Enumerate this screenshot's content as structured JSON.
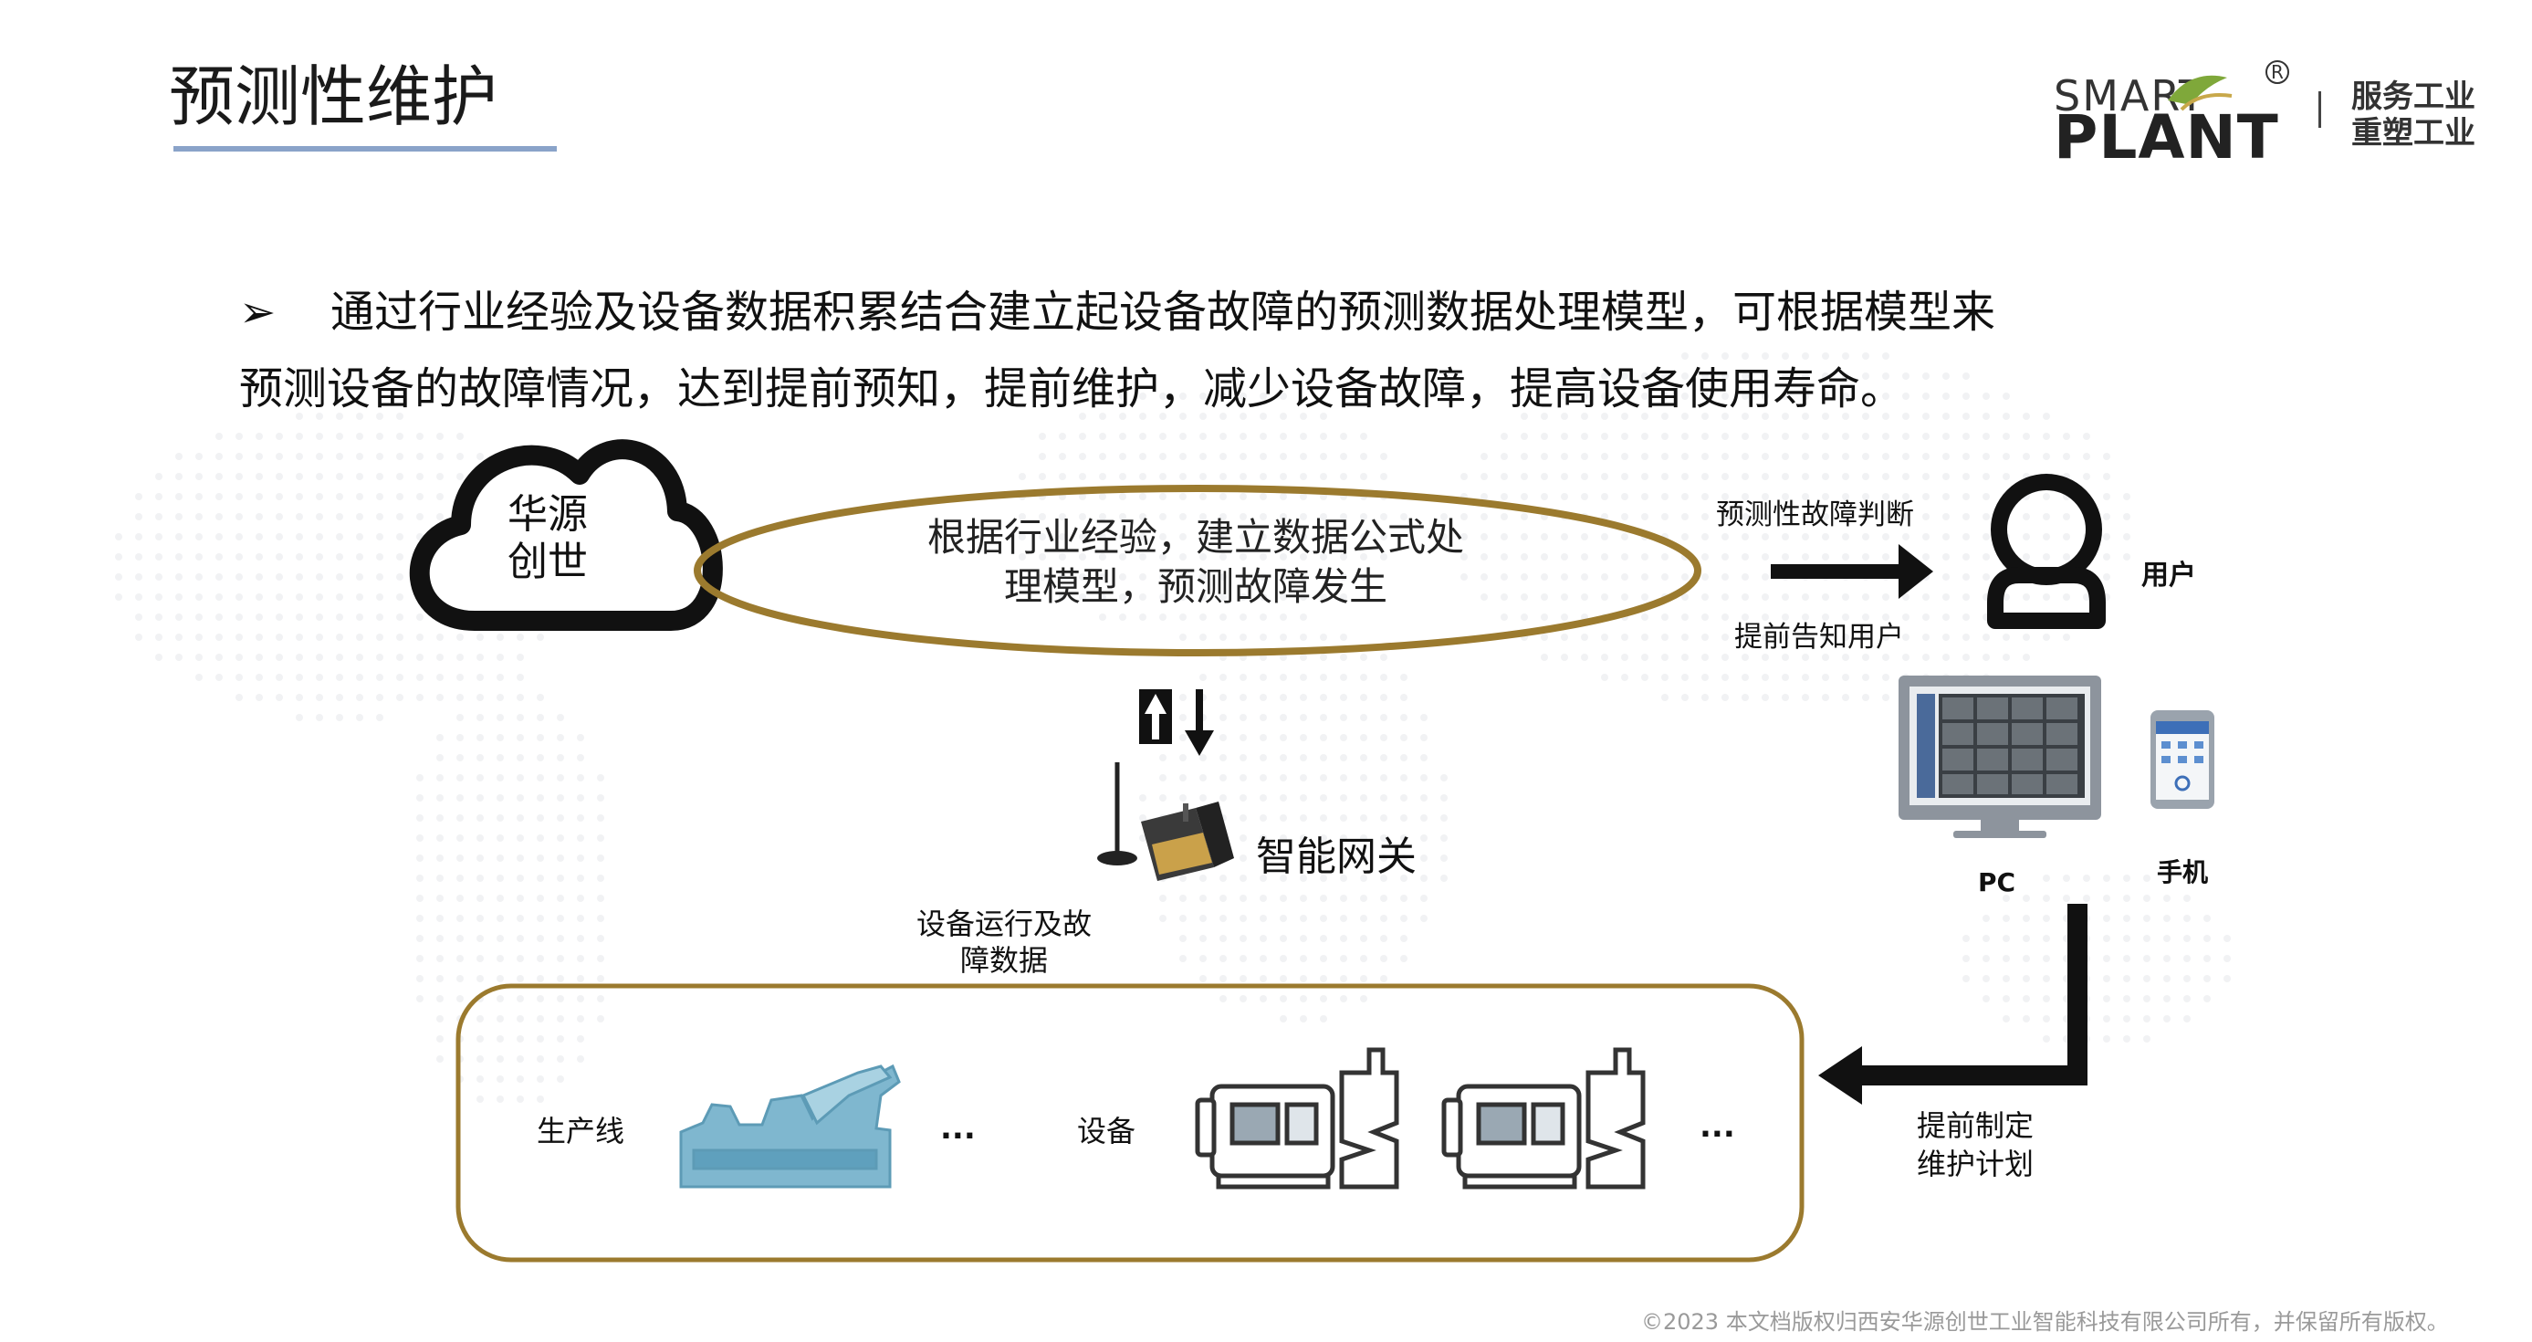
{
  "header": {
    "title": "预测性维护",
    "logo_line1": "SMART",
    "logo_line2": "PLANT",
    "logo_reg": "R",
    "slogan_line1": "服务工业",
    "slogan_line2": "重塑工业"
  },
  "bullet": {
    "marker": "➢",
    "line1": "通过行业经验及设备数据积累结合建立起设备故障的预测数据处理模型，可根据模型来",
    "line2": "预测设备的故障情况，达到提前预知，提前维护，减少设备故障，提高设备使用寿命。"
  },
  "diagram": {
    "cloud_line1": "华源",
    "cloud_line2": "创世",
    "ellipse_line1": "根据行业经验，建立数据公式处",
    "ellipse_line2": "理模型，预测故障发生",
    "arrow_top_label": "预测性故障判断",
    "arrow_bottom_label": "提前告知用户",
    "user_label": "用户",
    "gateway_label": "智能网关",
    "data_label_line1": "设备运行及故",
    "data_label_line2": "障数据",
    "pc_label": "PC",
    "phone_label": "手机",
    "plan_label_line1": "提前制定",
    "plan_label_line2": "维护计划",
    "line_label": "生产线",
    "equipment_label": "设备",
    "ellipsis_1": "...",
    "ellipsis_2": "..."
  },
  "footer": {
    "copyright": "©2023 本文档版权归西安华源创世工业智能科技有限公司所有，并保留所有版权。"
  },
  "colors": {
    "gold": "#9b7a2e",
    "title_underline": "#8aa3c9",
    "machine_blue": "#7fb7cf",
    "monitor": "#8d949d"
  }
}
